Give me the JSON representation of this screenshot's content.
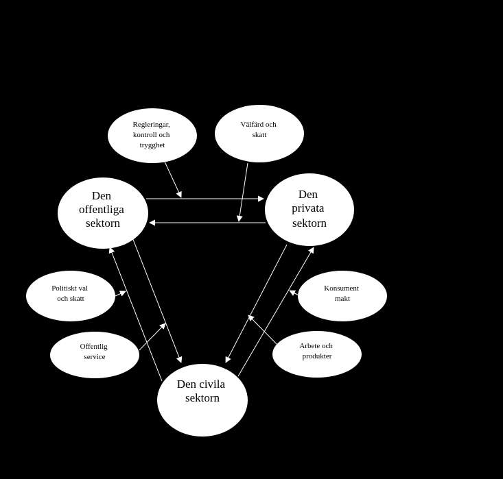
{
  "diagram": {
    "background": "#000000",
    "node_fill": "#ffffff",
    "line_color": "#ffffff",
    "sectors": {
      "public": [
        "Den",
        "offentliga",
        "sektorn"
      ],
      "private": [
        "Den",
        "privata",
        "sektorn"
      ],
      "civil": [
        "Den civila",
        "sektorn"
      ]
    },
    "labels": {
      "regulations": [
        "Regleringar,",
        "kontroll och",
        "trygghet"
      ],
      "welfare": [
        "Välfärd och",
        "skatt"
      ],
      "political": [
        "Politiskt val",
        "och skatt"
      ],
      "public_service": [
        "Offentlig",
        "service"
      ],
      "consumer": [
        "Konsument",
        "makt"
      ],
      "work": [
        "Arbete och",
        "produkter"
      ]
    }
  }
}
